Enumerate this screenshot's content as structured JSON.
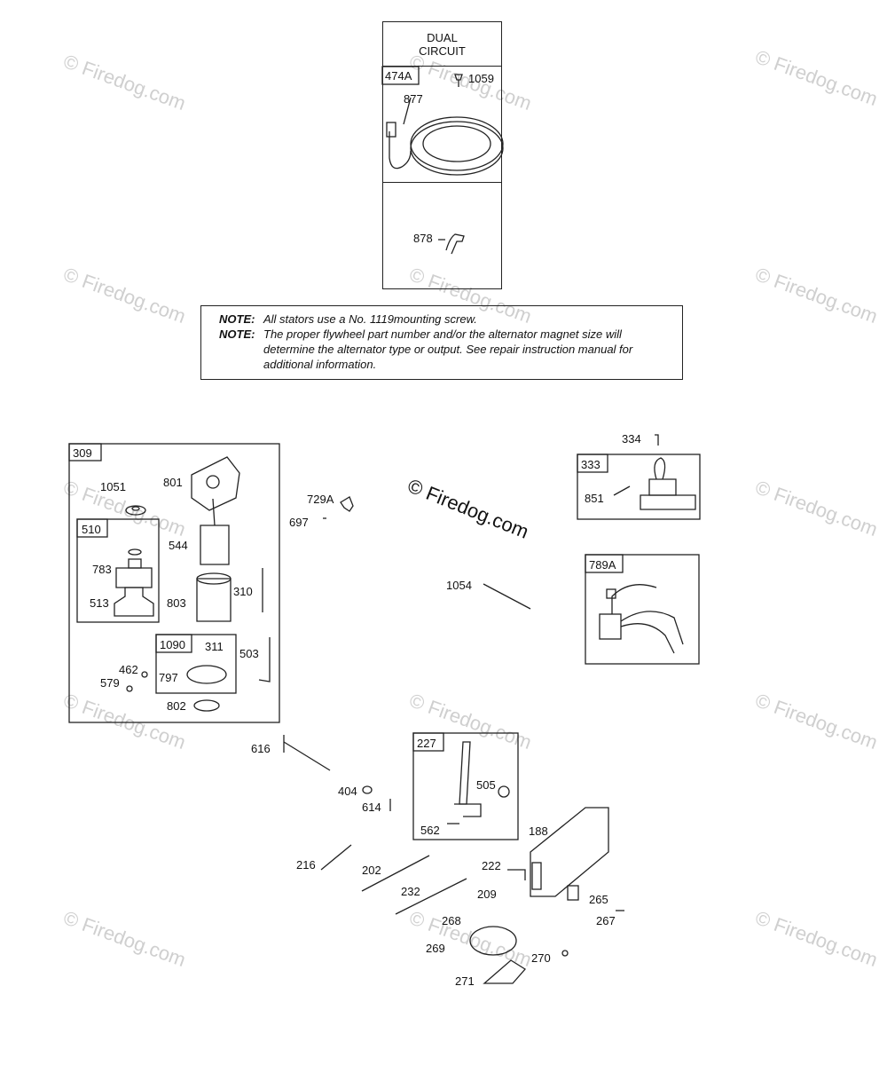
{
  "watermark": {
    "copyright_text": "© Firedog.com",
    "short_text": "Firedog.com"
  },
  "dual_circuit": {
    "title_line1": "DUAL",
    "title_line2": "CIRCUIT"
  },
  "notes": [
    {
      "key": "NOTE:",
      "text": "All stators use a No. 1119mounting screw."
    },
    {
      "key": "NOTE:",
      "text": "The proper flywheel part number and/or the alternator magnet size will determine the alternator type or output. See repair instruction manual for additional information."
    }
  ],
  "boxes": {
    "b474A": "474A",
    "b309": "309",
    "b510": "510",
    "b1090": "1090",
    "b333": "333",
    "b789A": "789A",
    "b227": "227"
  },
  "parts": {
    "p1059": "1059",
    "p877": "877",
    "p878": "878",
    "p1051": "1051",
    "p801": "801",
    "p544": "544",
    "p783": "783",
    "p513": "513",
    "p803": "803",
    "p310": "310",
    "p311": "311",
    "p797": "797",
    "p462": "462",
    "p579": "579",
    "p503": "503",
    "p802": "802",
    "p729A": "729A",
    "p697": "697",
    "p1054": "1054",
    "p334": "334",
    "p851": "851",
    "p616": "616",
    "p404": "404",
    "p614": "614",
    "p505": "505",
    "p562": "562",
    "p188": "188",
    "p216": "216",
    "p202": "202",
    "p232": "232",
    "p222": "222",
    "p209": "209",
    "p265": "265",
    "p267": "267",
    "p268": "268",
    "p269": "269",
    "p270": "270",
    "p271": "271"
  }
}
